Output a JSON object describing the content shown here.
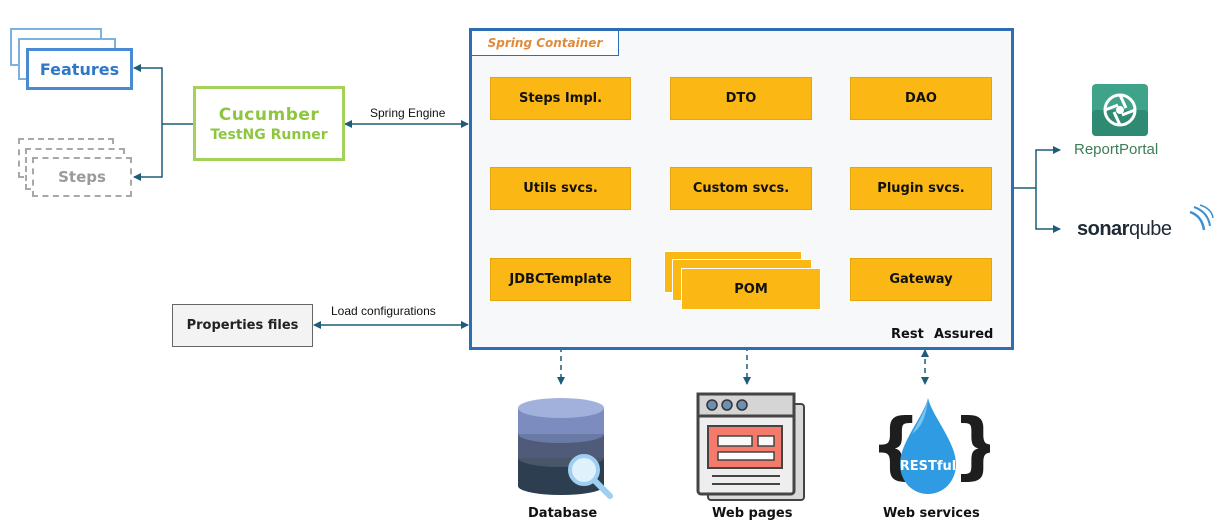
{
  "features": {
    "label": "Features"
  },
  "steps": {
    "label": "Steps"
  },
  "runner": {
    "title": "Cucumber",
    "subtitle": "TestNG Runner"
  },
  "properties": {
    "label": "Properties files"
  },
  "edges": {
    "spring_engine": "Spring Engine",
    "load_configurations": "Load configurations"
  },
  "container": {
    "title": "Spring Container",
    "boxes": {
      "steps_impl": "Steps Impl.",
      "dto": "DTO",
      "dao": "DAO",
      "utils_svcs": "Utils svcs.",
      "custom_svcs": "Custom svcs.",
      "plugin_svcs": "Plugin svcs.",
      "jdbc_template": "JDBCTemplate",
      "pom": "POM",
      "gateway": "Gateway"
    },
    "rest_label": "Rest",
    "assured_label": "Assured"
  },
  "outputs": {
    "report_portal": "ReportPortal",
    "sonar_bold": "sonar",
    "sonar_thin": "qube"
  },
  "resources": {
    "database": "Database",
    "web_pages": "Web pages",
    "web_services": "Web services",
    "restful": "RESTful"
  },
  "colors": {
    "container_border": "#2e6db6",
    "box_fill": "#fbb815",
    "arrow": "#1f5c7a",
    "runner_green": "#8ec63f",
    "features_blue": "#2f78c9",
    "report_portal_green": "#3b7d56",
    "restful_blue": "#2f9be3"
  }
}
